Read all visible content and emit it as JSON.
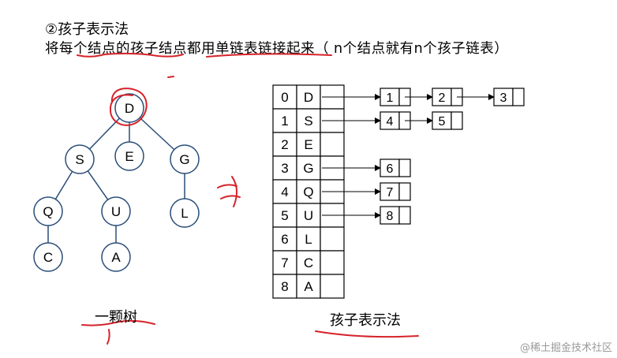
{
  "header": {
    "title": "②孩子表示法",
    "subtitle": "将每个结点的孩子结点都用单链表链接起来（ n个结点就有n个孩子链表）"
  },
  "tree": {
    "nodes": [
      {
        "id": "D",
        "label": "D"
      },
      {
        "id": "S",
        "label": "S"
      },
      {
        "id": "E",
        "label": "E"
      },
      {
        "id": "G",
        "label": "G"
      },
      {
        "id": "Q",
        "label": "Q"
      },
      {
        "id": "U",
        "label": "U"
      },
      {
        "id": "L",
        "label": "L"
      },
      {
        "id": "C",
        "label": "C"
      },
      {
        "id": "A",
        "label": "A"
      }
    ],
    "edges": [
      [
        "D",
        "S"
      ],
      [
        "D",
        "E"
      ],
      [
        "D",
        "G"
      ],
      [
        "S",
        "Q"
      ],
      [
        "S",
        "U"
      ],
      [
        "G",
        "L"
      ],
      [
        "Q",
        "C"
      ],
      [
        "U",
        "A"
      ]
    ],
    "highlighted": "D",
    "caption": "一颗树"
  },
  "table": {
    "rows": [
      {
        "index": "0",
        "data": "D",
        "children": [
          "1",
          "2",
          "3"
        ]
      },
      {
        "index": "1",
        "data": "S",
        "children": [
          "4",
          "5"
        ]
      },
      {
        "index": "2",
        "data": "E",
        "children": []
      },
      {
        "index": "3",
        "data": "G",
        "children": [
          "6"
        ]
      },
      {
        "index": "4",
        "data": "Q",
        "children": [
          "7"
        ]
      },
      {
        "index": "5",
        "data": "U",
        "children": [
          "8"
        ]
      },
      {
        "index": "6",
        "data": "L",
        "children": []
      },
      {
        "index": "7",
        "data": "C",
        "children": []
      },
      {
        "index": "8",
        "data": "A",
        "children": []
      }
    ],
    "caption": "孩子表示法"
  },
  "colors": {
    "ink": "#000000",
    "annotation": "#d6232a",
    "node_stroke": "#2a4d78"
  },
  "watermark": "@稀土掘金技术社区"
}
